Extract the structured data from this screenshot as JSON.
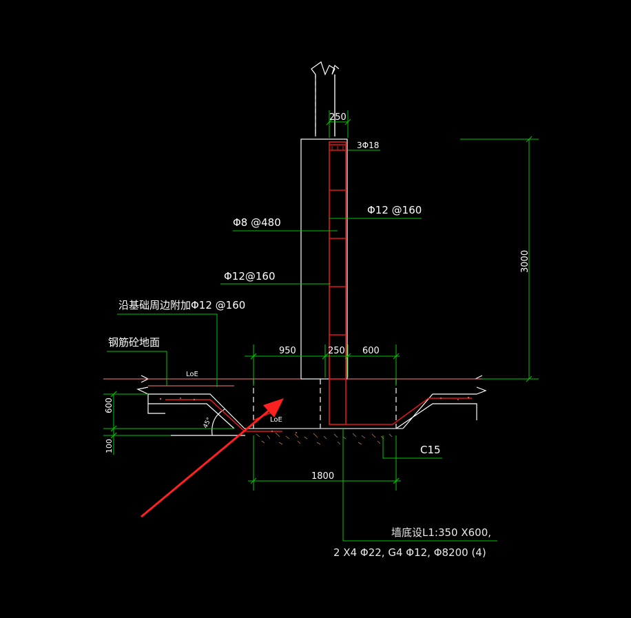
{
  "colors": {
    "background": "#000000",
    "dimension": "#00c800",
    "concrete": "#ffffff",
    "rebar": "#e01818",
    "ground": "#ff8080",
    "arrow": "#ff2020"
  },
  "dimensions": {
    "column_width": "250",
    "total_height": "3000",
    "left_offset": "950",
    "wall_width": "250",
    "right_offset": "600",
    "base_width": "1800",
    "slab_thickness": "600",
    "cushion_thickness": "100"
  },
  "labels": {
    "top_rebar": "3Φ18",
    "vertical_bar_right": "Φ12 @160",
    "stirrup": "Φ8 @480",
    "vertical_bar_left": "Φ12@160",
    "perimeter_bar": "沿基础周边附加Φ12 @160",
    "slab": "钢筋砼地面",
    "anchor_left": "LoE",
    "anchor_bottom": "LoE",
    "angle": "45°",
    "concrete_grade": "C15",
    "beam_line1": "墙底设L1:350 X600,",
    "beam_line2": "2 X4 Φ22, G4 Φ12, Φ8200 (4)"
  }
}
